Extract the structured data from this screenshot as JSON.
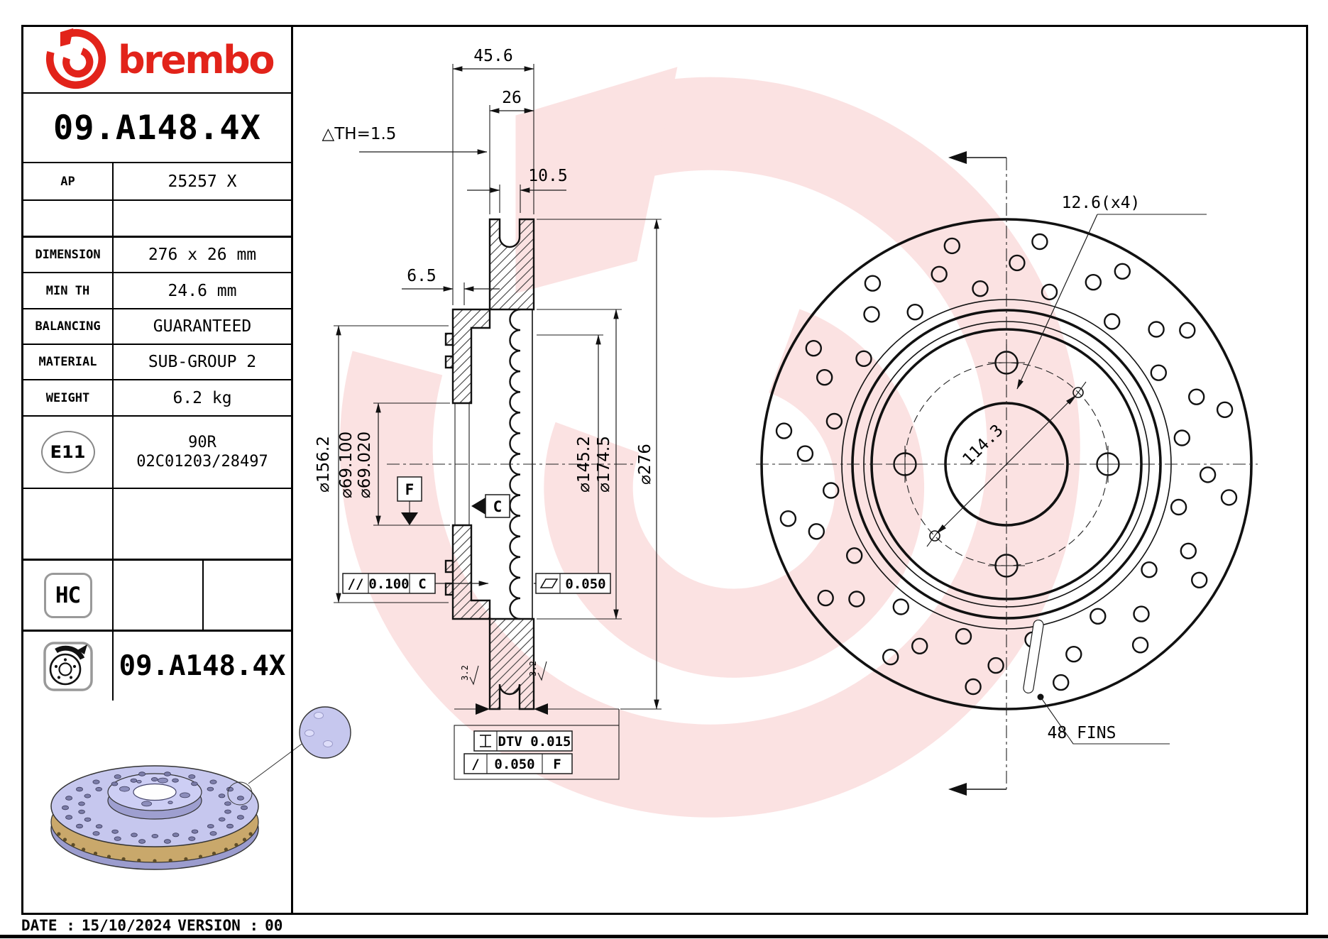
{
  "header": {
    "brand": "brembo",
    "part_number": "09.A148.4X"
  },
  "table": {
    "ap_label": "AP",
    "ap_value": "25257 X",
    "dimension_label": "DIMENSION",
    "dimension_value": "276 x 26 mm",
    "min_th_label": "MIN TH",
    "min_th_value": "24.6 mm",
    "balancing_label": "BALANCING",
    "balancing_value": "GUARANTEED",
    "material_label": "MATERIAL",
    "material_value": "SUB-GROUP 2",
    "weight_label": "WEIGHT",
    "weight_value": "6.2 kg",
    "e11_mark": "E11",
    "e11_line1": "90R",
    "e11_line2": "02C01203/28497",
    "hc_mark": "HC",
    "xtra_part_number": "09.A148.4X"
  },
  "section_view": {
    "dims": {
      "overall_width": "45.6",
      "disc_thickness": "26",
      "th_wear": "△TH=1.5",
      "hole_width": "10.5",
      "flange_thickness": "6.5",
      "hub_flange_dia": "⌀156.2",
      "bore_dia_max": "⌀69.100",
      "bore_dia_min": "⌀69.020",
      "vent_inner_dia": "⌀145.2",
      "band_inner_dia": "⌀174.5",
      "outer_dia": "⌀276"
    },
    "tolerances": {
      "parallelism_symbol": "//",
      "parallelism_value": "0.100",
      "parallelism_datum": "C",
      "flatness_value": "0.050",
      "dtv_label": "DTV 0.015",
      "runout_symbol": "/",
      "runout_value": "0.050",
      "runout_datum": "F"
    },
    "datums": {
      "c": "C",
      "f": "F"
    },
    "roughness": "3.2"
  },
  "front_view": {
    "bolt_hole_dia": "12.6(x4)",
    "bolt_circle_dia": "114.3",
    "fins_label": "48 FINS"
  },
  "footer": {
    "date_label": "DATE :",
    "date": "15/10/2024",
    "version_label": "VERSION :",
    "version": "00"
  },
  "colors": {
    "brand_red": "#e2231a",
    "watermark_red": "#e8252a",
    "render_body": "#c6c7ee",
    "render_fins": "#c9a86b"
  }
}
